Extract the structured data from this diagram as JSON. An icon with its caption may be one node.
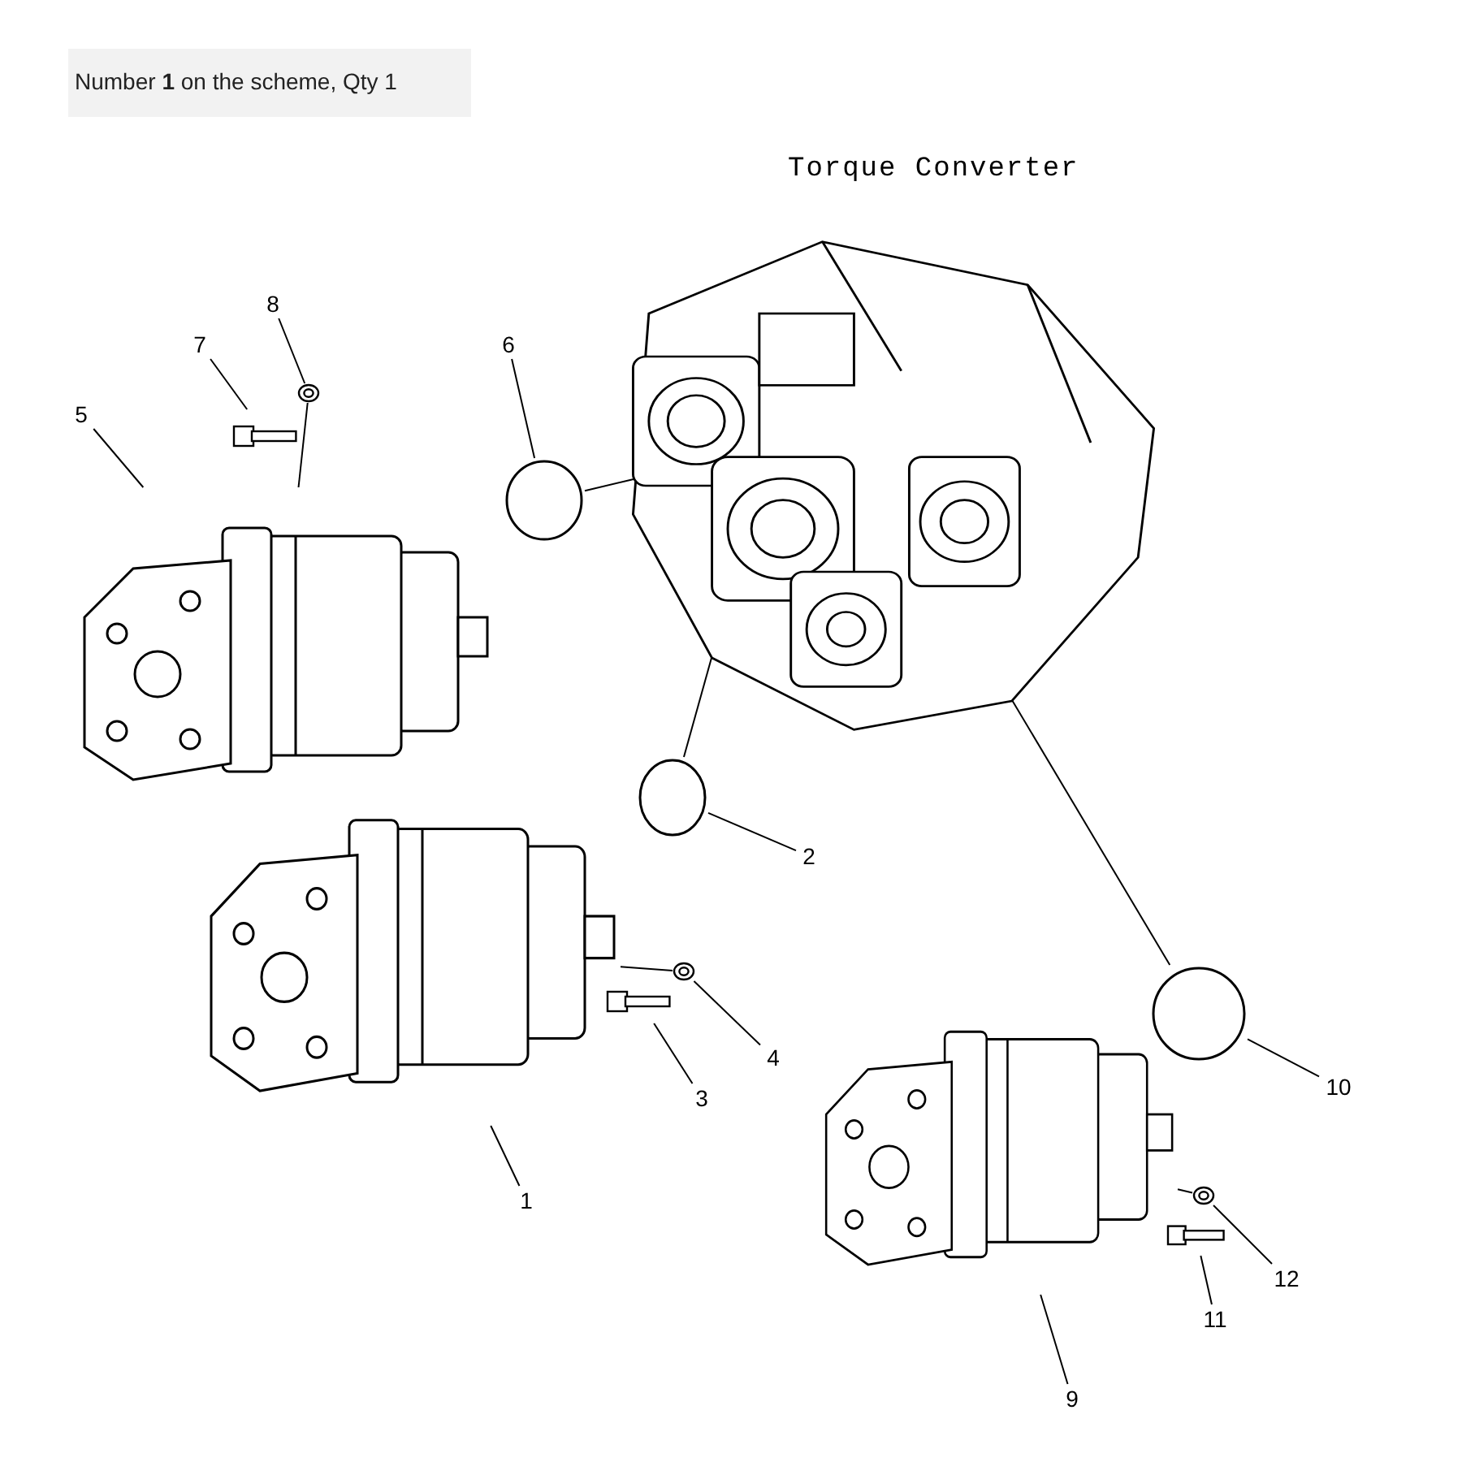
{
  "diagram": {
    "title": "Number **1** on the scheme, Qty 1",
    "nodes": [
      {
        "text": [
          "8"
        ]
      },
      {
        "text": [
          "7"
        ]
      },
      {
        "text": [
          "6"
        ]
      },
      {
        "text": [
          "5"
        ]
      },
      {
        "text": [],
        "shape": "picture",
        "beside": [
          "Torque Converter"
        ]
      },
      {
        "text": [],
        "shape": "picture"
      },
      {
        "text": [],
        "shape": "picture"
      },
      {
        "text": [],
        "shape": "circle"
      },
      {
        "text": [],
        "shape": "picture"
      },
      {
        "text": [],
        "shape": "circle"
      },
      {
        "text": [
          "2"
        ]
      },
      {
        "text": [],
        "shape": "picture"
      },
      {
        "text": [],
        "shape": "picture"
      },
      {
        "text": [],
        "shape": "picture"
      },
      {
        "text": [
          "4"
        ]
      },
      {
        "text": [
          "3"
        ]
      },
      {
        "text": [
          "1"
        ]
      },
      {
        "text": [],
        "shape": "circle"
      },
      {
        "text": [
          "10"
        ]
      },
      {
        "text": [],
        "shape": "picture"
      },
      {
        "text": [],
        "shape": "picture"
      },
      {
        "text": [],
        "shape": "picture"
      },
      {
        "text": [
          "12"
        ]
      },
      {
        "text": [
          "11"
        ]
      },
      {
        "text": [
          "9"
        ]
      }
    ],
    "edges": [
      {
        "from": 0,
        "to": 5,
        "arrow": "none"
      },
      {
        "from": 1,
        "to": 6,
        "arrow": "none"
      },
      {
        "from": 2,
        "to": 7,
        "arrow": "none"
      },
      {
        "from": 3,
        "to": 8,
        "arrow": "none"
      },
      {
        "from": 10,
        "to": 9,
        "arrow": "none"
      },
      {
        "from": 14,
        "to": 13,
        "arrow": "none"
      },
      {
        "from": 15,
        "to": 12,
        "arrow": "none"
      },
      {
        "from": 16,
        "to": 11,
        "arrow": "none"
      },
      {
        "from": 18,
        "to": 17,
        "arrow": "none"
      },
      {
        "from": 22,
        "to": 21,
        "arrow": "none"
      },
      {
        "from": 23,
        "to": 20,
        "arrow": "none"
      },
      {
        "from": 24,
        "to": 19,
        "arrow": "none"
      },
      {
        "from": 7,
        "to": 4,
        "arrow": "none"
      },
      {
        "from": 9,
        "to": 4,
        "arrow": "none"
      },
      {
        "from": 17,
        "to": 4,
        "arrow": "none"
      },
      {
        "from": 5,
        "to": 8,
        "arrow": "none"
      },
      {
        "from": 13,
        "to": 11,
        "arrow": "none"
      },
      {
        "from": 21,
        "to": 19,
        "arrow": "none"
      }
    ]
  }
}
